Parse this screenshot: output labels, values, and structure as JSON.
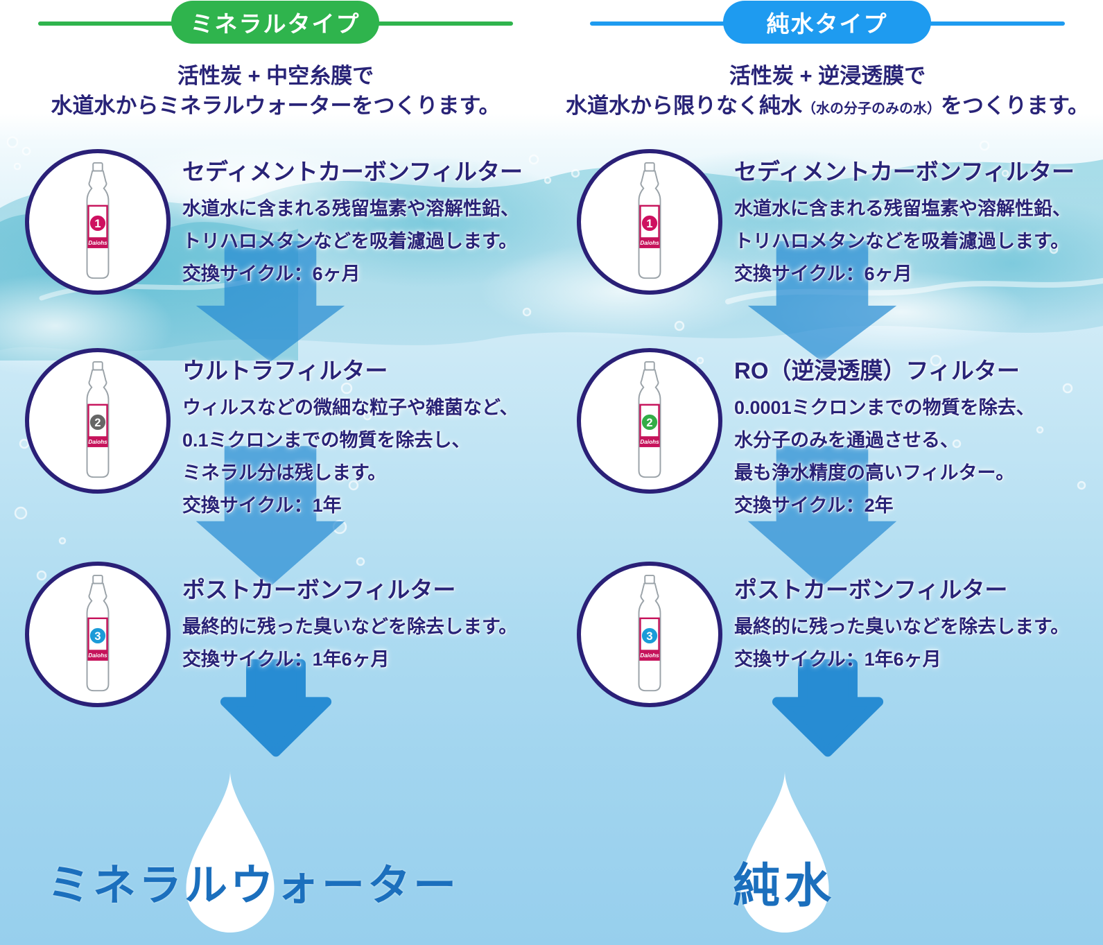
{
  "brand": {
    "name": "Daiohs"
  },
  "colors": {
    "mineral_green": "#2fb44d",
    "pure_blue": "#1e9bf0",
    "heading_navy": "#282377",
    "arrow_blue": "#2289d2",
    "result_blue": "#1b6fbd",
    "label_crimson": "#c6135b",
    "bottle_outline_gray": "#9aa2a8",
    "drop_white": "#ffffff"
  },
  "columns": [
    {
      "header": {
        "label": "ミネラルタイプ",
        "color": "#2fb44d"
      },
      "subtitle": {
        "line1": "活性炭 + 中空糸膜で",
        "line2_pre": "水道水からミネラルウォーターをつくります。",
        "line2_small": "",
        "line2_post": ""
      },
      "steps": [
        {
          "badge": "1",
          "badge_color": "#ce1060",
          "title": "セディメントカーボンフィルター",
          "lines": [
            "水道水に含まれる残留塩素や溶解性鉛、",
            "トリハロメタンなどを吸着濾過します。"
          ],
          "cycle": "交換サイクル：6ヶ月"
        },
        {
          "badge": "2",
          "badge_color": "#666666",
          "title": "ウルトラフィルター",
          "lines": [
            "ウィルスなどの微細な粒子や雑菌など、",
            "0.1ミクロンまでの物質を除去し、",
            "ミネラル分は残します。"
          ],
          "cycle": "交換サイクル：1年"
        },
        {
          "badge": "3",
          "badge_color": "#1b9bd8",
          "title": "ポストカーボンフィルター",
          "lines": [
            "最終的に残った臭いなどを除去します。"
          ],
          "cycle": "交換サイクル：1年6ヶ月"
        }
      ],
      "result": {
        "label": "ミネラルウォーター"
      }
    },
    {
      "header": {
        "label": "純水タイプ",
        "color": "#1e9bf0"
      },
      "subtitle": {
        "line1": "活性炭 + 逆浸透膜で",
        "line2_pre": "水道水から限りなく純水",
        "line2_small": "（水の分子のみの水）",
        "line2_post": "をつくります。"
      },
      "steps": [
        {
          "badge": "1",
          "badge_color": "#ce1060",
          "title": "セディメントカーボンフィルター",
          "lines": [
            "水道水に含まれる残留塩素や溶解性鉛、",
            "トリハロメタンなどを吸着濾過します。"
          ],
          "cycle": "交換サイクル：6ヶ月"
        },
        {
          "badge": "2",
          "badge_color": "#33ad46",
          "title": "RO（逆浸透膜）フィルター",
          "lines": [
            "0.0001ミクロンまでの物質を除去、",
            "水分子のみを通過させる、",
            "最も浄水精度の高いフィルター。"
          ],
          "cycle": "交換サイクル：2年"
        },
        {
          "badge": "3",
          "badge_color": "#1b9bd8",
          "title": "ポストカーボンフィルター",
          "lines": [
            "最終的に残った臭いなどを除去します。"
          ],
          "cycle": "交換サイクル：1年6ヶ月"
        }
      ],
      "result": {
        "label": "純水"
      }
    }
  ]
}
